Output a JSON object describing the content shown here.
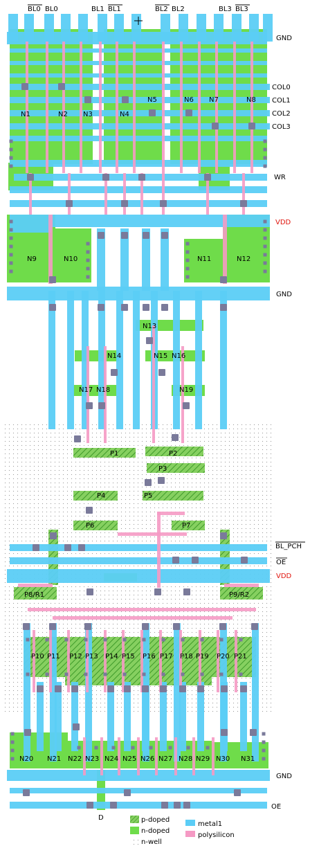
{
  "colors": {
    "metal1": "#5bcdf6",
    "poly": "#f59ac4",
    "ndiff": "#6fdc4a",
    "pdiff": "#86d060",
    "pdiff_hatch": "#3f9a2a",
    "contact": "#7a7a9a",
    "nwell_dot": "#9a9a9a",
    "label": "#000000",
    "vdd_label": "#e0140c"
  },
  "columns": {
    "bl0_bar": "BL0",
    "bl0": "BL0",
    "bl1": "BL1",
    "bl1_bar": "BL1",
    "bl2_bar": "BL2",
    "bl2": "BL2",
    "bl3": "BL3",
    "bl3_bar": "BL3"
  },
  "rails": {
    "gnd_top": "GND",
    "col0": "COL0",
    "col1": "COL1",
    "col2": "COL2",
    "col3": "COL3",
    "wr": "WR",
    "vdd_1": "VDD",
    "gnd_2": "GND",
    "bl_pch": "BL_PCH",
    "oe_bar": "OE",
    "vdd_2": "VDD",
    "gnd_3": "GND",
    "oe": "OE"
  },
  "transistors": {
    "n1": "N1",
    "n2": "N2",
    "n3": "N3",
    "n4": "N4",
    "n5": "N5",
    "n6": "N6",
    "n7": "N7",
    "n8": "N8",
    "n9": "N9",
    "n10": "N10",
    "n11": "N11",
    "n12": "N12",
    "n13": "N13",
    "n14": "N14",
    "n15": "N15",
    "n16": "N16",
    "n17": "N17",
    "n18": "N18",
    "n19": "N19",
    "p1": "P1",
    "p2": "P2",
    "p3": "P3",
    "p4": "P4",
    "p5": "P5",
    "p6": "P6",
    "p7": "P7",
    "p8r1": "P8/R1",
    "p9r2": "P9/R2",
    "p10": "P10",
    "p11": "P11",
    "p12": "P12",
    "p13": "P13",
    "p14": "P14",
    "p15": "P15",
    "p16": "P16",
    "p17": "P17",
    "p18": "P18",
    "p19": "P19",
    "p20": "P20",
    "p21": "P21",
    "n20": "N20",
    "n21": "N21",
    "n22": "N22",
    "n23": "N23",
    "n24": "N24",
    "n25": "N25",
    "n26": "N26",
    "n27": "N27",
    "n28": "N28",
    "n29": "N29",
    "n30": "N30",
    "n31": "N31"
  },
  "output_label": "D",
  "legend": {
    "p_doped": "p-doped",
    "n_doped": "n-doped",
    "n_well": "n-well",
    "metal1": "metal1",
    "polysilicon": "polysilicon"
  }
}
